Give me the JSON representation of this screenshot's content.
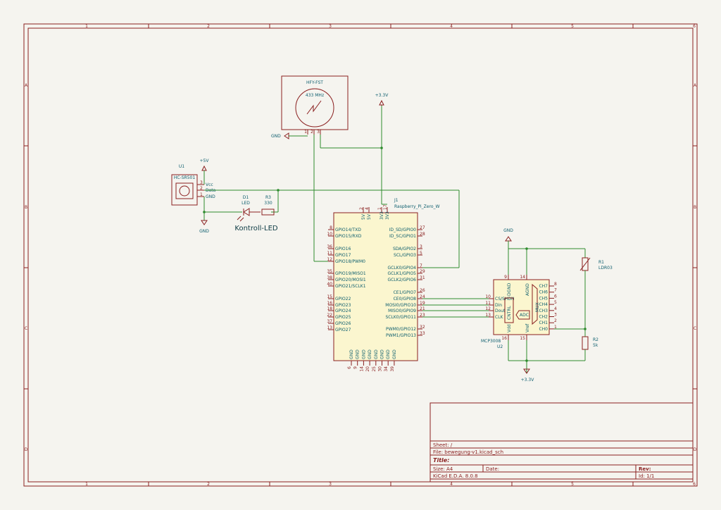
{
  "frame": {
    "columns": [
      "1",
      "2",
      "3",
      "4",
      "5",
      "6"
    ],
    "rows": [
      "A",
      "B",
      "C",
      "D"
    ]
  },
  "title_block": {
    "sheet_label": "Sheet: /",
    "file_label": "File: bewegung-v1.kicad_sch",
    "title_label": "Title:",
    "size_label": "Size: A4",
    "date_label": "Date:",
    "rev_label": "Rev:",
    "tool_label": "KiCad E.D.A. 8.0.8",
    "id_label": "Id: 1/1"
  },
  "rf_module": {
    "name": "HFY-FST",
    "freq": "433 MHz",
    "pins": [
      "1",
      "2",
      "3"
    ]
  },
  "power": {
    "gnd": "GND",
    "v33": "+3.3V",
    "v5": "+5V"
  },
  "sensor": {
    "ref": "U1",
    "name": "HC-SR501",
    "pins": [
      "Vcc",
      "Data",
      "GND"
    ],
    "pin_numbers": [
      "3",
      "2",
      "1"
    ]
  },
  "led": {
    "ref": "D1",
    "value": "LED",
    "label": "Kontroll-LED"
  },
  "resistor_r3": {
    "ref": "R3",
    "value": "330"
  },
  "resistor_r1": {
    "ref": "R1",
    "value": "LDR03"
  },
  "resistor_r2": {
    "ref": "R2",
    "value": "5k"
  },
  "pi": {
    "ref": "J1",
    "name": "Raspberry_Pi_Zero_W",
    "top_pins": [
      {
        "label": "5V",
        "num": "2"
      },
      {
        "label": "5V",
        "num": "4"
      },
      {
        "label": "3V3",
        "num": "1"
      },
      {
        "label": "3V3",
        "num": "17"
      }
    ],
    "left_pins": [
      {
        "label": "GPIO14/TXD",
        "num": "8"
      },
      {
        "label": "GPIO15/RXD",
        "num": "10"
      },
      {
        "label": "GPIO16",
        "num": "36"
      },
      {
        "label": "GPIO17",
        "num": "11"
      },
      {
        "label": "GPIO18/PWM0",
        "num": "12"
      },
      {
        "label": "GPIO19/MISO1",
        "num": "35"
      },
      {
        "label": "GPIO20/MOSI1",
        "num": "38"
      },
      {
        "label": "GPIO21/SCLK1",
        "num": "40"
      },
      {
        "label": "GPIO22",
        "num": "15"
      },
      {
        "label": "GPIO23",
        "num": "16"
      },
      {
        "label": "GPIO24",
        "num": "18"
      },
      {
        "label": "GPIO25",
        "num": "22"
      },
      {
        "label": "GPIO26",
        "num": "37"
      },
      {
        "label": "GPIO27",
        "num": "13"
      }
    ],
    "right_pins": [
      {
        "label": "ID_SD/GPIO0",
        "num": "27"
      },
      {
        "label": "ID_SC/GPIO1",
        "num": "28"
      },
      {
        "label": "SDA/GPIO2",
        "num": "3"
      },
      {
        "label": "SCL/GPIO3",
        "num": "5"
      },
      {
        "label": "GCLK0/GPIO4",
        "num": "7"
      },
      {
        "label": "GCLK1/GPIO5",
        "num": "29"
      },
      {
        "label": "GCLK2/GPIO6",
        "num": "31"
      },
      {
        "label": "CE1/GPIO7",
        "num": "26"
      },
      {
        "label": "CE0/GPIO8",
        "num": "24"
      },
      {
        "label": "MOSI0/GPIO10",
        "num": "19"
      },
      {
        "label": "MISO0/GPIO9",
        "num": "21"
      },
      {
        "label": "SCLK0/GPIO11",
        "num": "23"
      },
      {
        "label": "PWM0/GPIO12",
        "num": "32"
      },
      {
        "label": "PWM1/GPIO13",
        "num": "33"
      }
    ],
    "gnd_pins": [
      "6",
      "9",
      "14",
      "20",
      "25",
      "30",
      "34",
      "39"
    ],
    "gnd_label": "GND"
  },
  "adc": {
    "ref": "U2",
    "name": "MCP3008",
    "left_pins": [
      {
        "label": "CS/SHDN",
        "num": "10"
      },
      {
        "label": "Din",
        "num": "11"
      },
      {
        "label": "Dout",
        "num": "12"
      },
      {
        "label": "CLK",
        "num": "13"
      }
    ],
    "right_pins": [
      {
        "label": "CH7",
        "num": "8"
      },
      {
        "label": "CH6",
        "num": "7"
      },
      {
        "label": "CH5",
        "num": "6"
      },
      {
        "label": "CH4",
        "num": "5"
      },
      {
        "label": "CH3",
        "num": "4"
      },
      {
        "label": "CH2",
        "num": "3"
      },
      {
        "label": "CH1",
        "num": "2"
      },
      {
        "label": "CH0",
        "num": "1"
      }
    ],
    "top_pins": [
      {
        "label": "DGND",
        "num": "9"
      },
      {
        "label": "AGND",
        "num": "14"
      }
    ],
    "bottom_pins": [
      {
        "label": "Vdd",
        "num": "16"
      },
      {
        "label": "Vref",
        "num": "15"
      }
    ],
    "inner": [
      "CNTRL",
      "ADC",
      "MUX"
    ]
  }
}
